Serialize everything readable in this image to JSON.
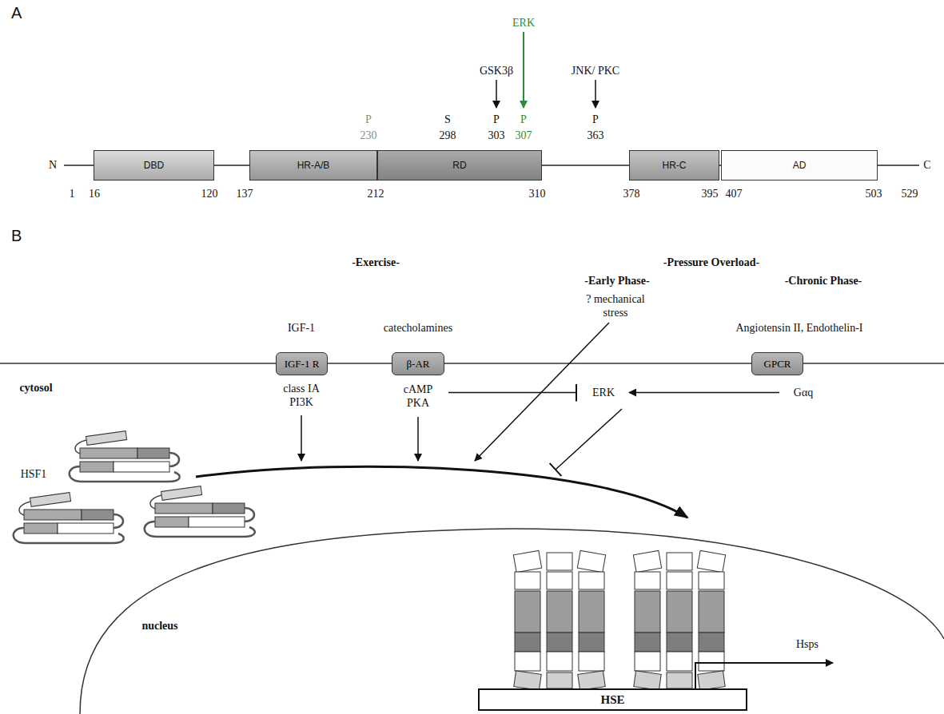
{
  "diagram": {
    "nodes": [
      {
        "text": [
          "DBD"
        ]
      },
      {
        "text": [
          "HR-A/B"
        ]
      },
      {
        "text": [
          "RD"
        ]
      },
      {
        "text": [
          "HR-C"
        ]
      },
      {
        "text": [
          "AD"
        ]
      },
      {
        "text": [
          "IGF-1 R"
        ]
      },
      {
        "text": [
          "β-AR"
        ]
      },
      {
        "text": [
          "GPCR"
        ]
      },
      {
        "text": [
          "cAMP PKA"
        ]
      },
      {
        "text": [
          "ERK"
        ]
      },
      {
        "text": [
          "Gαq"
        ]
      },
      {
        "text": [
          "HSE"
        ]
      }
    ],
    "edges": [
      {
        "from": 8,
        "to": 9,
        "arrow": "to"
      },
      {
        "from": 10,
        "to": 9,
        "arrow": "to"
      }
    ],
    "labels": [
      "A",
      "ERK",
      "GSK3β",
      "JNK/ PKC",
      "P",
      "230",
      "S",
      "298",
      "P",
      "303",
      "P",
      "307",
      "P",
      "363",
      "N",
      "C",
      "1",
      "16",
      "120",
      "137",
      "212",
      "310",
      "378",
      "395",
      "407",
      "503",
      "529",
      "B",
      "-Exercise-",
      "-Pressure Overload-",
      "-Early Phase-",
      "? mechanical stress",
      "-Chronic Phase-",
      "IGF-1",
      "catecholamines",
      "Angiotensin II, Endothelin-I",
      "cytosol",
      "class IA PI3K",
      "HSF1",
      "nucleus",
      "Hsps"
    ]
  }
}
